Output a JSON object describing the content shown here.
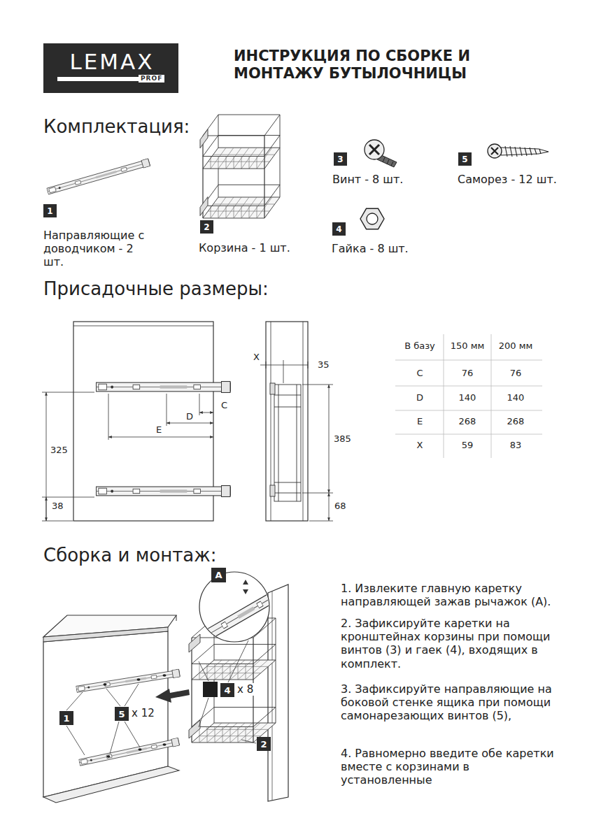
{
  "diagram": {
    "title": "ИНСТРУКЦИЯ ПО СБОРКЕ И МОНТАЖУ БУТЫЛОЧНИЦЫ",
    "nodes": [
      {
        "text": [
          "LEMAX",
          "PROF"
        ]
      },
      {
        "text": [
          "1"
        ]
      },
      {
        "text": [
          "2"
        ]
      },
      {
        "text": [
          "3"
        ]
      },
      {
        "text": [
          "4"
        ]
      },
      {
        "text": [
          "5"
        ]
      },
      {
        "text": [
          "A"
        ]
      },
      {
        "text": [
          "1"
        ]
      },
      {
        "text": [
          "5"
        ]
      },
      {
        "text": [
          "4"
        ]
      },
      {
        "text": [
          "2"
        ]
      }
    ],
    "labels": [
      "Комплектация:",
      "Направляющие с доводчиком - 2 шт.",
      "Корзина - 1 шт.",
      "Винт - 8 шт.",
      "Саморез - 12 шт.",
      "Гайка - 8 шт.",
      "Присадочные размеры:",
      "X",
      "35",
      "C",
      "D",
      "E",
      "325",
      "385",
      "38",
      "68",
      "В базу",
      "150 мм",
      "200 мм",
      "C",
      "76",
      "76",
      "D",
      "140",
      "140",
      "E",
      "268",
      "268",
      "X",
      "59",
      "83",
      "Сборка и монтаж:",
      "x 12",
      "x 8",
      "1. Извлеките главную каретку направляющей зажав рычажок (A).",
      "2. Зафиксируйте каретки на кронштейнах корзины при помощи винтов (3) и гаек (4), входящих в комплект.",
      "3. Зафиксируйте направляющие на боковой стенке ящика при помощи самонарезающих винтов (5),",
      "4. Равномерно введите обе каретки вместе с корзинами в установленные"
    ]
  }
}
